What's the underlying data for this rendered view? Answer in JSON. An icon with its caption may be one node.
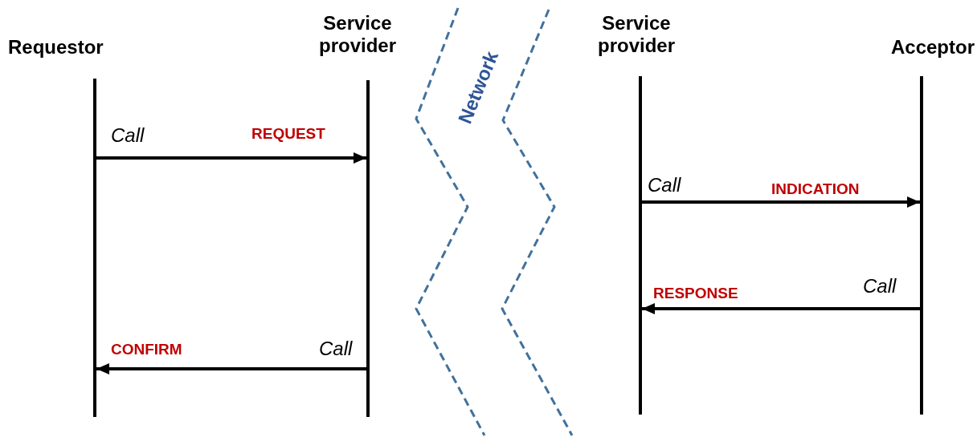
{
  "diagram": {
    "nodes": [
      {
        "text": [
          "Requestor"
        ]
      },
      {
        "text": [
          "Service provider"
        ]
      },
      {
        "text": [
          "Service provider"
        ]
      },
      {
        "text": [
          "Acceptor"
        ]
      }
    ],
    "edges": [
      {
        "from": 0,
        "to": 1,
        "arrow": "to",
        "label": "REQUEST"
      },
      {
        "from": 2,
        "to": 3,
        "arrow": "to",
        "label": "INDICATION"
      },
      {
        "from": 3,
        "to": 2,
        "arrow": "to",
        "label": "RESPONSE"
      },
      {
        "from": 1,
        "to": 0,
        "arrow": "to",
        "label": "CONFIRM"
      }
    ],
    "labels": [
      "Network",
      "Call",
      "Call",
      "Call",
      "Call"
    ]
  }
}
